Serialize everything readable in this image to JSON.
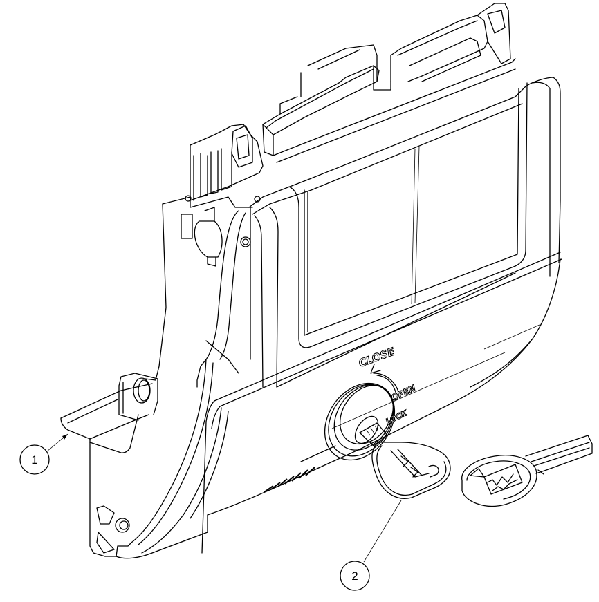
{
  "figure": {
    "type": "technical-line-drawing",
    "subject": "glove box lock assembly with key",
    "background": "#ffffff",
    "line_color": "#000000"
  },
  "engravings": {
    "close": "CLOSE",
    "open": "OPEN",
    "lock": "LOCK"
  },
  "callouts": [
    {
      "number": "1",
      "target": "housing bracket"
    },
    {
      "number": "2",
      "target": "key inserted in lock cylinder"
    }
  ]
}
